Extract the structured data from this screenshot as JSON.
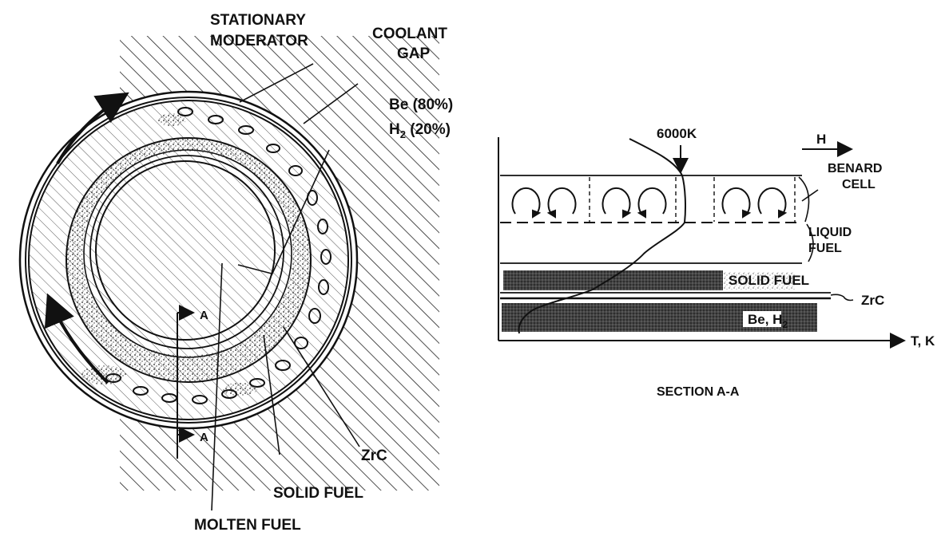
{
  "diagram": {
    "left_labels": {
      "stationary_moderator_line1": "STATIONARY",
      "stationary_moderator_line2": "MODERATOR",
      "coolant_gap_line1": "COOLANT",
      "coolant_gap_line2": "GAP",
      "be_fraction": "Be (80%)",
      "h2_fraction_prefix": "H",
      "h2_fraction_sub": "2",
      "h2_fraction_suffix": " (20%)",
      "section_marker_top": "A",
      "section_marker_bottom": "A",
      "zrc": "ZrC",
      "solid_fuel": "SOLID FUEL",
      "molten_fuel": "MOLTEN FUEL"
    },
    "section": {
      "temp_label": "6000K",
      "flow_label": "H",
      "benard_line1": "BENARD",
      "benard_line2": "CELL",
      "liquid_line1": "LIQUID",
      "liquid_line2": "FUEL",
      "solid_fuel": "SOLID FUEL",
      "zrc": "ZrC",
      "be_h2_prefix": "Be, H",
      "be_h2_sub": "2",
      "axis_label": "T, K",
      "caption": "SECTION A-A"
    }
  }
}
